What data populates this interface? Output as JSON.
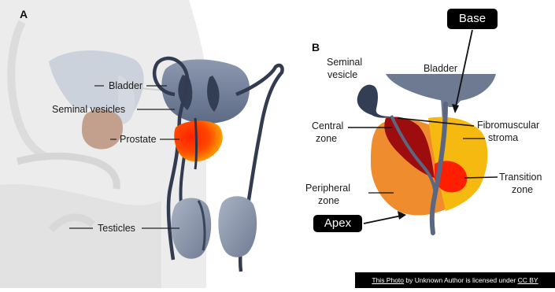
{
  "panel_a": {
    "letter": "A",
    "labels": {
      "bladder": "Bladder",
      "seminal_vesicles": "Seminal vesicles",
      "prostate": "Prostate",
      "testicles": "Testicles"
    }
  },
  "panel_b": {
    "letter": "B",
    "labels": {
      "seminal_vesicle_1": "Seminal",
      "seminal_vesicle_2": "vesicle",
      "bladder": "Bladder",
      "central_zone_1": "Central",
      "central_zone_2": "zone",
      "fibromuscular_1": "Fibromuscular",
      "fibromuscular_2": "stroma",
      "peripheral_zone_1": "Peripheral",
      "peripheral_zone_2": "zone",
      "transition_zone_1": "Transition",
      "transition_zone_2": "zone"
    },
    "callouts": {
      "base": "Base",
      "apex": "Apex"
    }
  },
  "credit": {
    "photo_link": "This Photo",
    "middle": " by Unknown Author is licensed under ",
    "license_link": "CC BY"
  },
  "colors": {
    "organ_gray": "#7d8aa3",
    "prostate_red": "#e8260a",
    "peripheral_orange": "#ef8a2a",
    "stroma_yellow": "#f6b90f",
    "central_darkred": "#9e0d0d"
  }
}
